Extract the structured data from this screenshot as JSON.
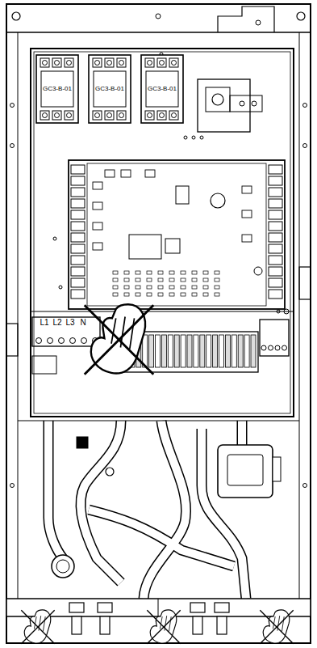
{
  "diagram": {
    "labels": [
      "GC3-B-01",
      "GC3-B-01",
      "GC3-B-01",
      "L1",
      "L2",
      "L3",
      "N"
    ]
  }
}
